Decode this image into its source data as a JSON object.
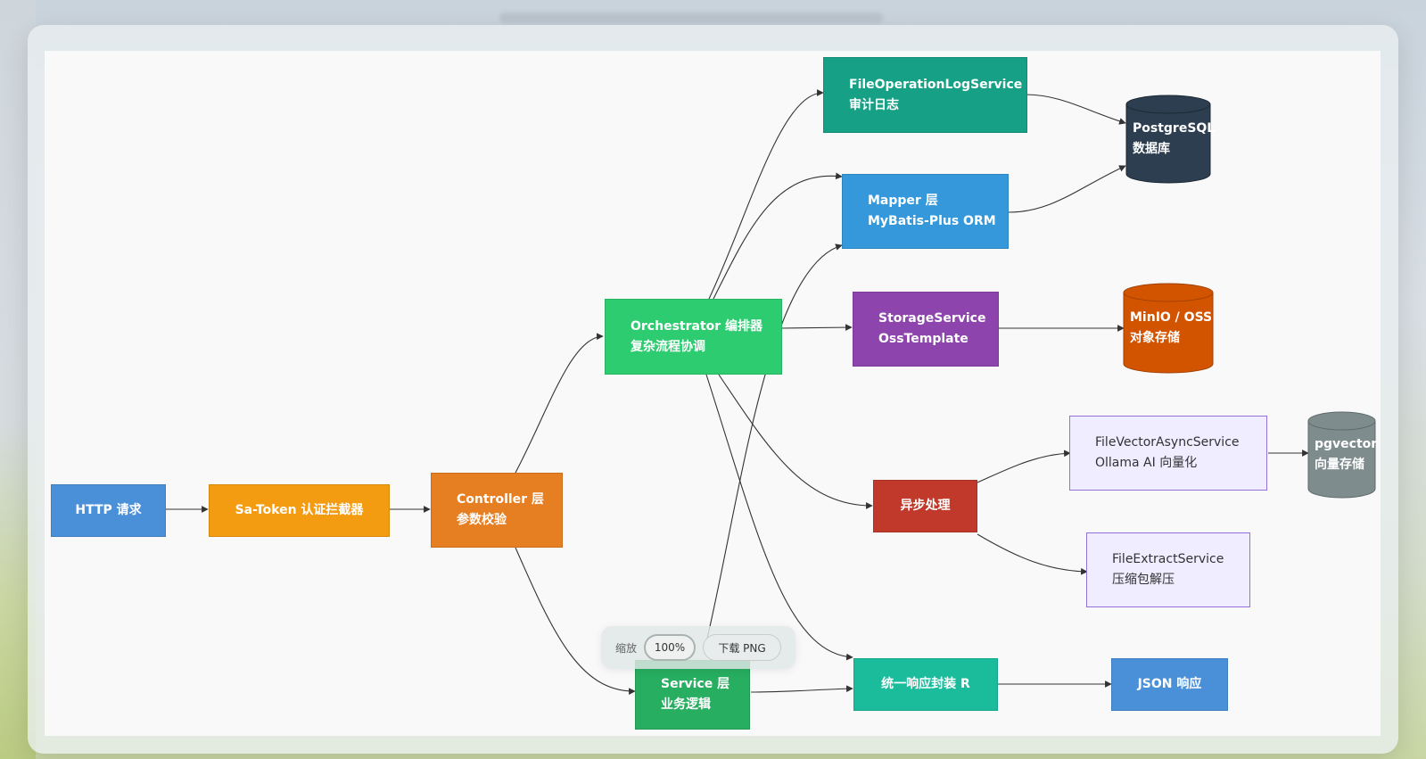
{
  "nodes": {
    "http": {
      "line1": "HTTP 请求",
      "line2": ""
    },
    "satoken": {
      "line1": "Sa-Token 认证拦截器",
      "line2": ""
    },
    "controller": {
      "line1": "Controller 层",
      "line2": "参数校验"
    },
    "orchestrator": {
      "line1": "Orchestrator 编排器",
      "line2": "复杂流程协调"
    },
    "service": {
      "line1": "Service 层",
      "line2": "业务逻辑"
    },
    "oplog": {
      "line1": "FileOperationLogService",
      "line2": "审计日志"
    },
    "mapper": {
      "line1": "Mapper 层",
      "line2": "MyBatis-Plus ORM"
    },
    "storage": {
      "line1": "StorageService",
      "line2": "OssTemplate"
    },
    "async": {
      "line1": "异步处理",
      "line2": ""
    },
    "vector": {
      "line1": "FileVectorAsyncService",
      "line2": "Ollama AI 向量化"
    },
    "extract": {
      "line1": "FileExtractService",
      "line2": "压缩包解压"
    },
    "response": {
      "line1": "统一响应封装 R",
      "line2": ""
    },
    "json": {
      "line1": "JSON 响应",
      "line2": ""
    },
    "postgres": {
      "line1": "PostgreSQL",
      "line2": "数据库"
    },
    "minio": {
      "line1": "MinIO / OSS",
      "line2": "对象存储"
    },
    "pgvector": {
      "line1": "pgvector",
      "line2": "向量存储"
    }
  },
  "colors": {
    "http": "#4a90d9",
    "satoken": "#f39c12",
    "controller": "#e67e22",
    "orchestrator": "#2ecc71",
    "service": "#27ae60",
    "oplog": "#16a085",
    "mapper": "#3498db",
    "storage": "#8e44ad",
    "async": "#c0392b",
    "response": "#1abc9c",
    "json": "#4a90d9",
    "postgres": "#2c3e50",
    "minio": "#d35400",
    "pgvector": "#7f8c8d"
  },
  "toolbar": {
    "zoom_label": "缩放",
    "zoom_value": "100%",
    "download_label": "下载 PNG"
  }
}
